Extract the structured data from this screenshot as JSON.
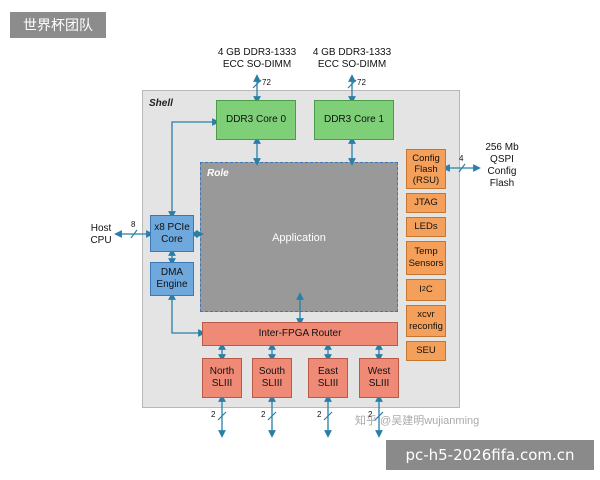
{
  "watermark_top": "世界杯团队",
  "watermark_bottom": "pc-h5-2026fifa.com.cn",
  "watermark_mid": "知乎 @吴建明wujianming",
  "shell": "Shell",
  "role": "Role",
  "application": "Application",
  "dimm0": {
    "line1": "4 GB DDR3-1333",
    "line2": "ECC SO-DIMM",
    "width": "72"
  },
  "dimm1": {
    "line1": "4 GB DDR3-1333",
    "line2": "ECC SO-DIMM",
    "width": "72"
  },
  "ddr0": "DDR3 Core 0",
  "ddr1": "DDR3 Core 1",
  "host": {
    "line1": "Host",
    "line2": "CPU",
    "width": "8"
  },
  "pcie": {
    "line1": "x8 PCIe",
    "line2": "Core"
  },
  "dma": {
    "line1": "DMA",
    "line2": "Engine"
  },
  "router": "Inter-FPGA Router",
  "slii": [
    {
      "line1": "North",
      "line2": "SLIII",
      "width": "2"
    },
    {
      "line1": "South",
      "line2": "SLIII",
      "width": "2"
    },
    {
      "line1": "East",
      "line2": "SLIII",
      "width": "2"
    },
    {
      "line1": "West",
      "line2": "SLIII",
      "width": "2"
    }
  ],
  "side": {
    "config_flash": {
      "line1": "Config",
      "line2": "Flash",
      "line3": "(RSU)"
    },
    "jtag": "JTAG",
    "leds": "LEDs",
    "temp": {
      "line1": "Temp",
      "line2": "Sensors"
    },
    "i2c": {
      "base": "I",
      "sup": "2",
      "rest": "C"
    },
    "xcvr": {
      "line1": "xcvr",
      "line2": "reconfig"
    },
    "seu": "SEU"
  },
  "qspi": {
    "line1": "256 Mb",
    "line2": "QSPI",
    "line3": "Config",
    "line4": "Flash",
    "width": "4"
  },
  "colors": {
    "shell_bg": "#e4e4e4",
    "role_bg": "#999999",
    "arrow": "#2a7fa8",
    "green": "#7fcf78",
    "blue": "#6fa8dc",
    "orange": "#f4a05a",
    "red": "#ee8a76"
  }
}
